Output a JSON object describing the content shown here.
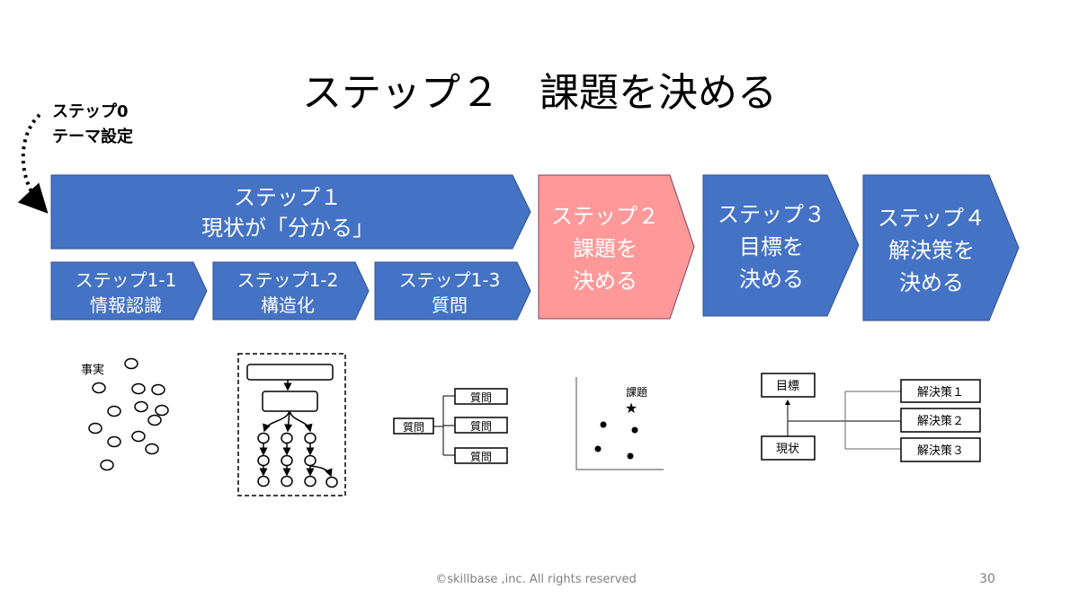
{
  "title": "ステップ２　課題を決める",
  "step0": {
    "line1": "ステップ0",
    "line2": "テーマ設定"
  },
  "step1": {
    "line1": "ステップ１",
    "line2": "現状が「分かる」",
    "substeps": [
      {
        "line1": "ステップ1-1",
        "line2": "情報認識"
      },
      {
        "line1": "ステップ1-2",
        "line2": "構造化"
      },
      {
        "line1": "ステップ1-3",
        "line2": "質問"
      }
    ]
  },
  "step2": {
    "line1": "ステップ２",
    "line2": "課題を",
    "line3": "決める"
  },
  "step3": {
    "line1": "ステップ３",
    "line2": "目標を",
    "line3": "決める"
  },
  "step4": {
    "line1": "ステップ４",
    "line2": "解決策を",
    "line3": "決める"
  },
  "diagrams": {
    "facts_label": "事実",
    "question_root": "質問",
    "question_children": [
      "質問",
      "質問",
      "質問"
    ],
    "issue_label": "課題",
    "goal_label": "目標",
    "current_label": "現状",
    "solutions": [
      "解決策１",
      "解決策２",
      "解決策３"
    ]
  },
  "footer": {
    "copyright": "©skillbase ,inc. All rights reserved",
    "page_number": "30"
  },
  "colors": {
    "blue": "#4472C4",
    "highlight": "#FF9999"
  }
}
